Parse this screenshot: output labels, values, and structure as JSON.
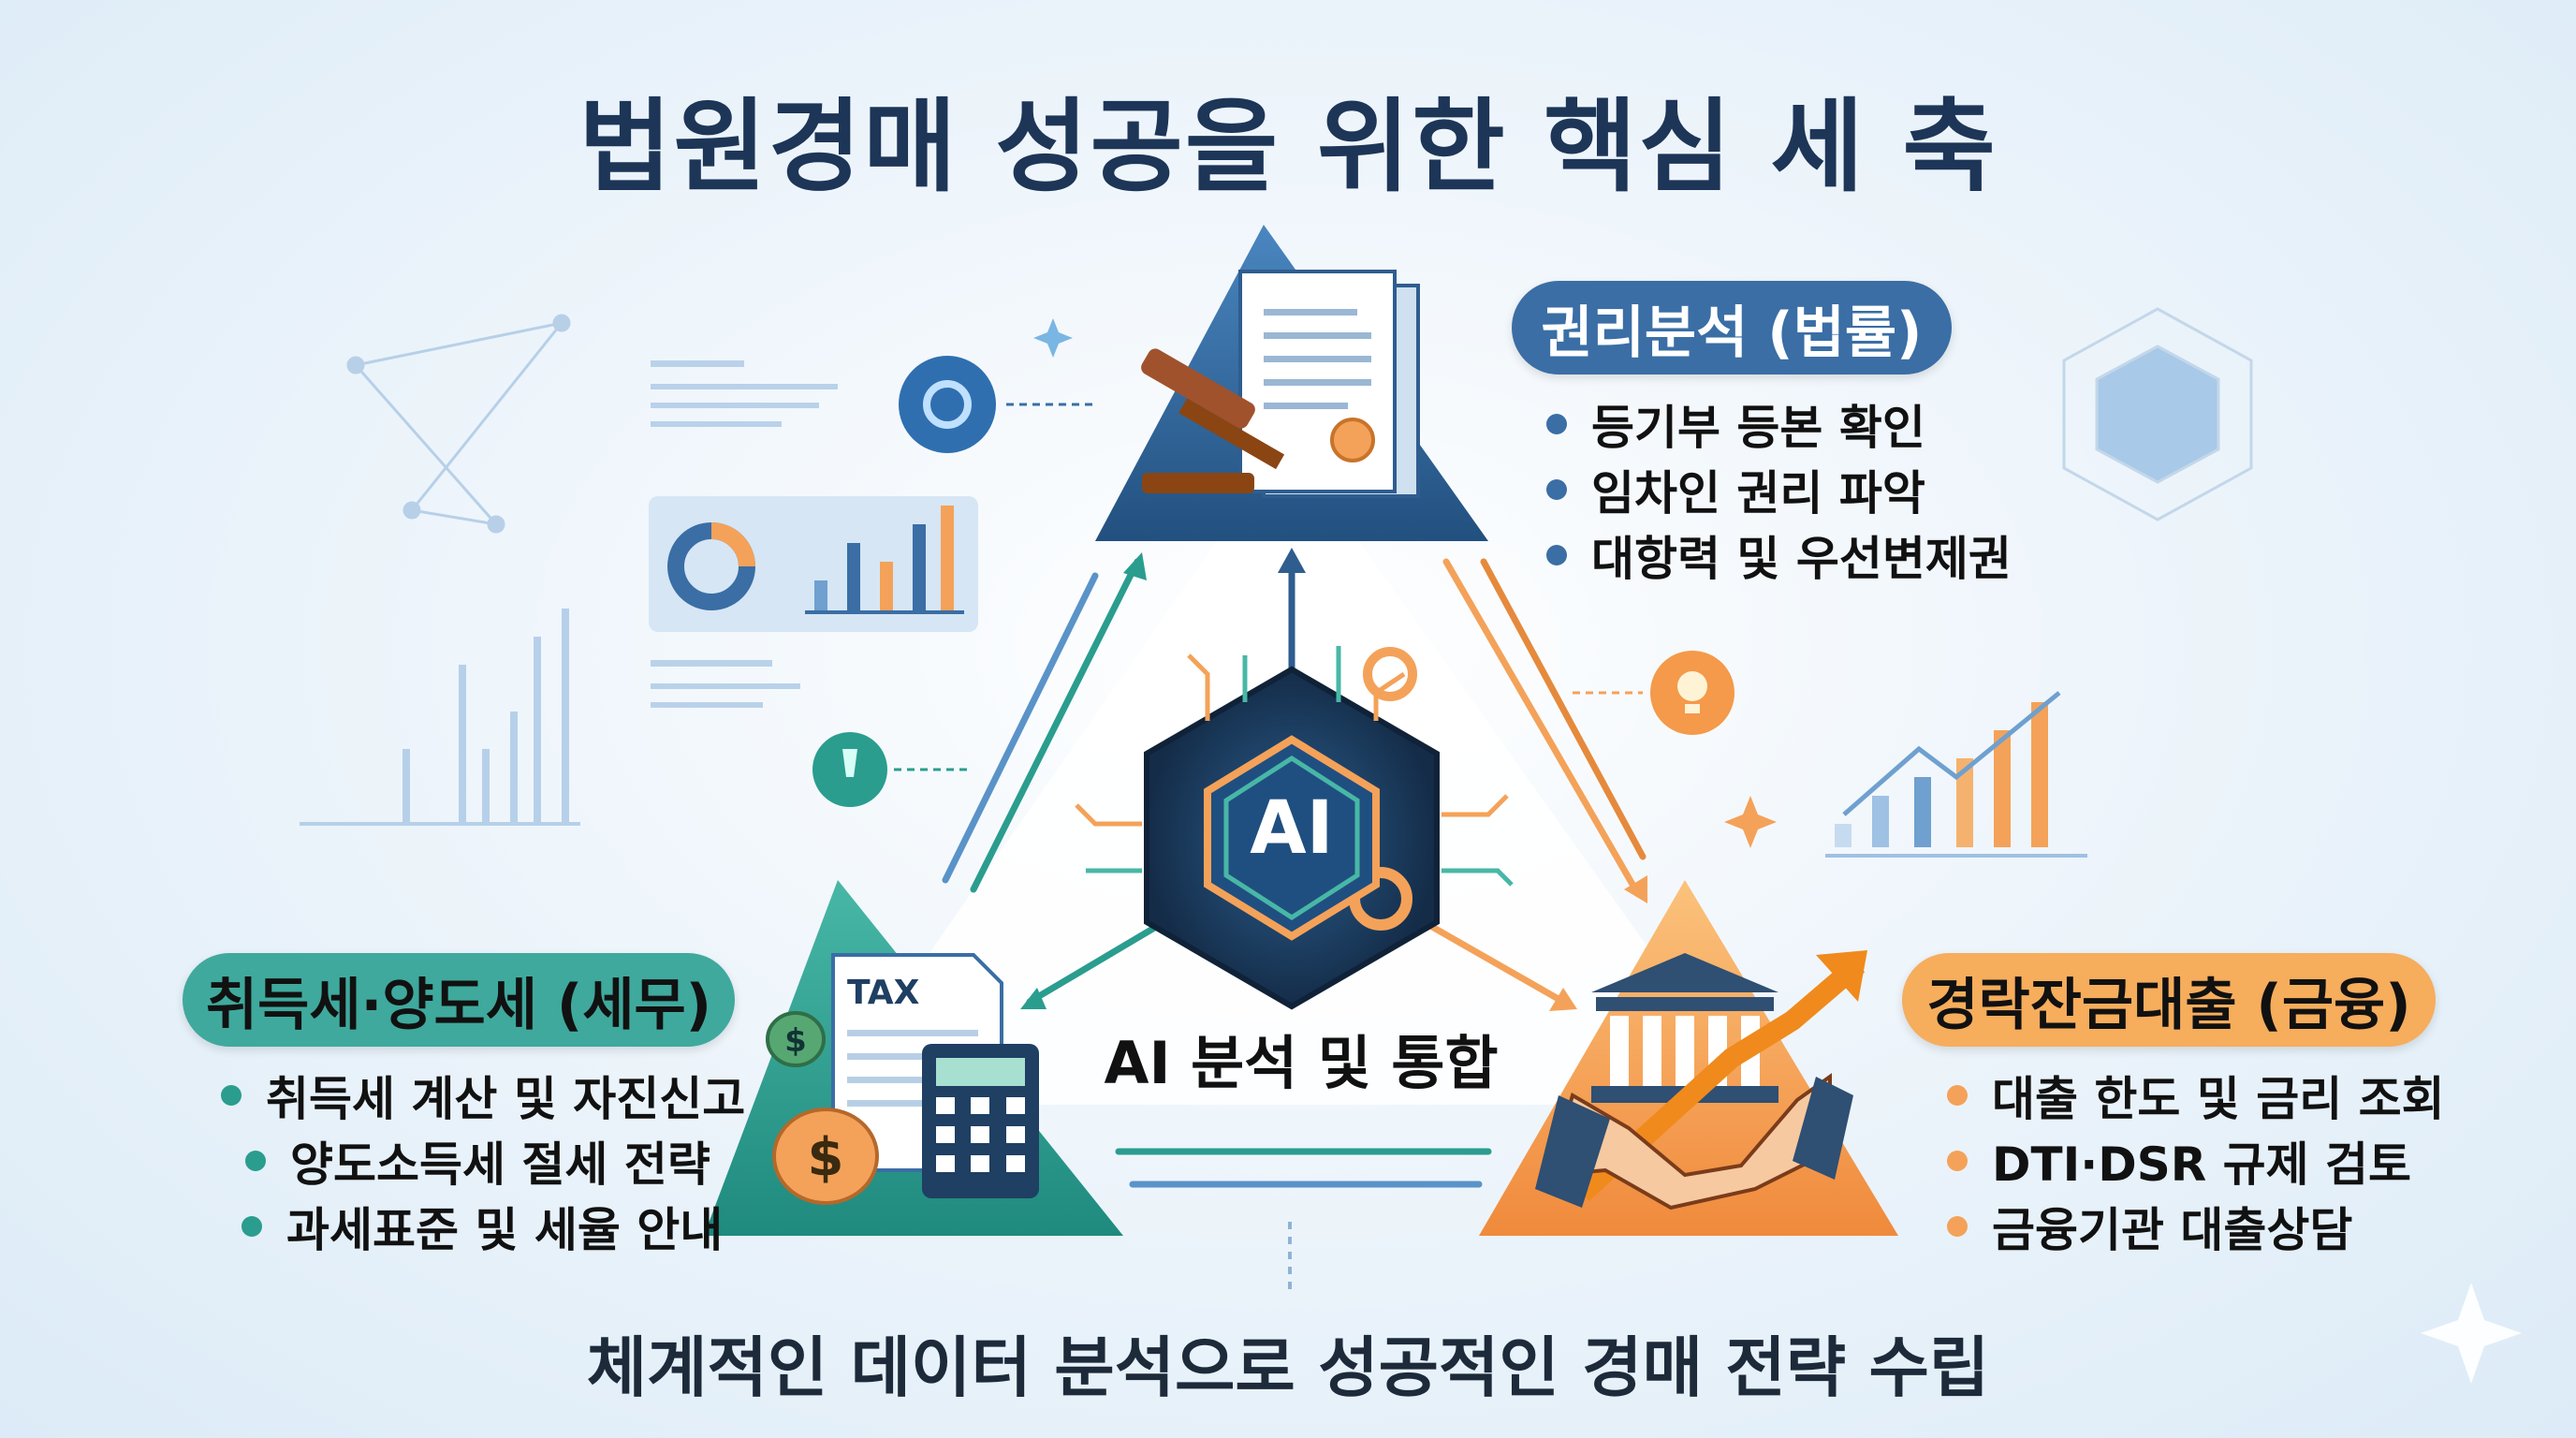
{
  "title": "법원경매 성공을 위한 핵심 세 축",
  "footer": "체계적인 데이터 분석으로 성공적인 경매 전략 수립",
  "center": {
    "label": "AI 분석 및 통합",
    "badge": "AI"
  },
  "pillars": {
    "legal": {
      "title": "권리분석 (법률)",
      "color": "#3a6ea5",
      "icon": "gavel-document-icon",
      "items": [
        "등기부 등본 확인",
        "임차인 권리 파악",
        "대항력 및 우선변제권"
      ]
    },
    "tax": {
      "title": "취득세·양도세 (세무)",
      "color": "#3fa99d",
      "icon": "tax-calculator-icon",
      "tax_label": "TAX",
      "items": [
        "취득세 계산 및 자진신고",
        "양도소득세 절세 전략",
        "과세표준 및 세율 안내"
      ]
    },
    "finance": {
      "title": "경락잔금대출 (금융)",
      "color": "#f6ad5c",
      "icon": "bank-handshake-icon",
      "items": [
        "대출 한도 및 금리 조회",
        "DTI·DSR 규제 검토",
        "금융기관 대출상담"
      ]
    }
  },
  "colors": {
    "title": "#1d3557",
    "legal": "#2f5d8f",
    "tax": "#2a9d8f",
    "finance": "#f4a259"
  }
}
